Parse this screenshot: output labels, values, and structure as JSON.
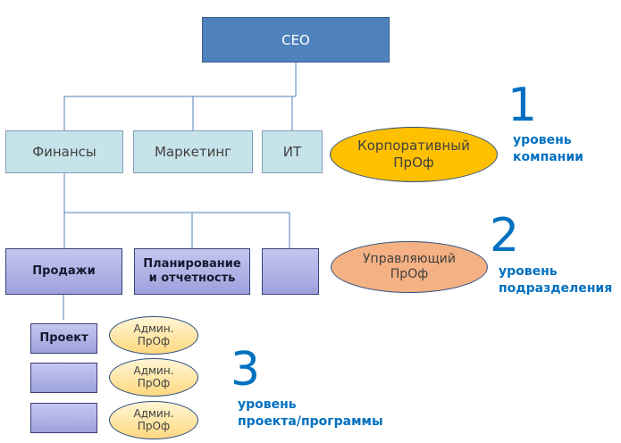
{
  "ceo": {
    "label": "CEO"
  },
  "level1": {
    "number": "1",
    "caption_line1": "уровень",
    "caption_line2": "компании",
    "units": [
      {
        "label": "Финансы"
      },
      {
        "label": "Маркетинг"
      },
      {
        "label": "ИТ"
      }
    ],
    "pmo": {
      "line1": "Корпоративный",
      "line2": "ПрОф"
    }
  },
  "level2": {
    "number": "2",
    "caption_line1": "уровень",
    "caption_line2": "подразделения",
    "units": [
      {
        "line1": "Продажи",
        "line2": ""
      },
      {
        "line1": "Планирование",
        "line2": "и отчетность"
      },
      {
        "line1": "",
        "line2": ""
      }
    ],
    "pmo": {
      "line1": "Управляющий",
      "line2": "ПрОф"
    }
  },
  "level3": {
    "number": "3",
    "caption_line1": "уровень",
    "caption_line2": "проекта/программы",
    "projects": [
      {
        "label": "Проект",
        "pmo_line1": "Админ.",
        "pmo_line2": "ПрОф"
      },
      {
        "label": "",
        "pmo_line1": "Админ.",
        "pmo_line2": "ПрОф"
      },
      {
        "label": "",
        "pmo_line1": "Админ.",
        "pmo_line2": "ПрОф"
      }
    ]
  },
  "colors": {
    "ceo": "#4f81bd",
    "level1_box": "#c7e3ea",
    "level2_box": "#9da1dc",
    "corporate_pmo": "#ffc000",
    "managing_pmo": "#f4b183",
    "admin_pmo": "#ffd880",
    "level_text": "#0070c0"
  }
}
